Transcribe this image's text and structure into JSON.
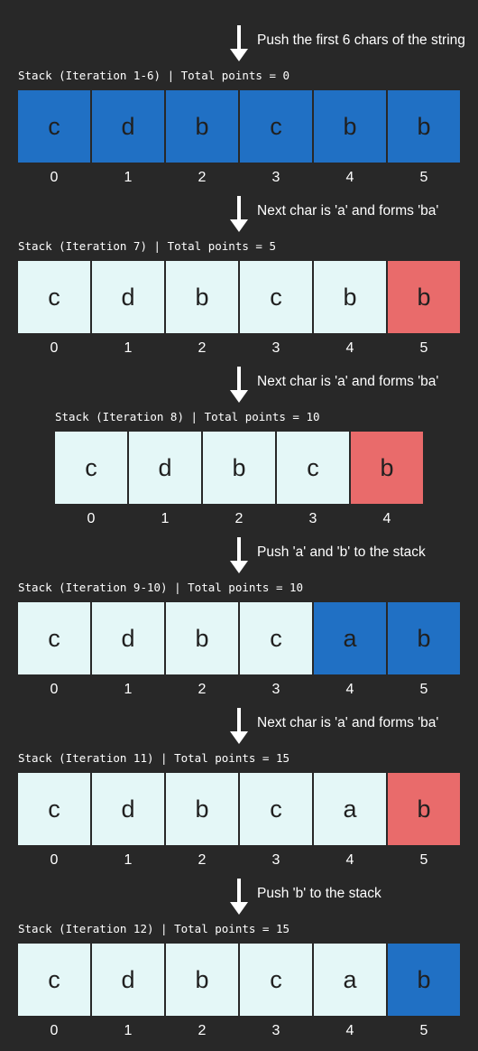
{
  "colors": {
    "background": "#282828",
    "pushed": "#2070c4",
    "popped": "#e96b6b",
    "cell": "#e4f7f7"
  },
  "steps": [
    {
      "note": "Push the first 6 chars of the string",
      "label": "Stack (Iteration 1-6) | Total points = 0",
      "cells": [
        {
          "char": "c",
          "state": "push"
        },
        {
          "char": "d",
          "state": "push"
        },
        {
          "char": "b",
          "state": "push"
        },
        {
          "char": "c",
          "state": "push"
        },
        {
          "char": "b",
          "state": "push"
        },
        {
          "char": "b",
          "state": "push"
        }
      ],
      "indices": [
        "0",
        "1",
        "2",
        "3",
        "4",
        "5"
      ]
    },
    {
      "note": "Next char is 'a' and forms 'ba'",
      "label": "Stack (Iteration 7) | Total points = 5",
      "cells": [
        {
          "char": "c",
          "state": "normal"
        },
        {
          "char": "d",
          "state": "normal"
        },
        {
          "char": "b",
          "state": "normal"
        },
        {
          "char": "c",
          "state": "normal"
        },
        {
          "char": "b",
          "state": "normal"
        },
        {
          "char": "b",
          "state": "pop"
        }
      ],
      "indices": [
        "0",
        "1",
        "2",
        "3",
        "4",
        "5"
      ]
    },
    {
      "note": "Next char is 'a' and forms 'ba'",
      "label": "Stack (Iteration 8) | Total points = 10",
      "cells": [
        {
          "char": "c",
          "state": "normal"
        },
        {
          "char": "d",
          "state": "normal"
        },
        {
          "char": "b",
          "state": "normal"
        },
        {
          "char": "c",
          "state": "normal"
        },
        {
          "char": "b",
          "state": "pop"
        }
      ],
      "indices": [
        "0",
        "1",
        "2",
        "3",
        "4"
      ]
    },
    {
      "note": "Push 'a' and 'b' to the stack",
      "label": "Stack (Iteration 9-10) | Total points = 10",
      "cells": [
        {
          "char": "c",
          "state": "normal"
        },
        {
          "char": "d",
          "state": "normal"
        },
        {
          "char": "b",
          "state": "normal"
        },
        {
          "char": "c",
          "state": "normal"
        },
        {
          "char": "a",
          "state": "push"
        },
        {
          "char": "b",
          "state": "push"
        }
      ],
      "indices": [
        "0",
        "1",
        "2",
        "3",
        "4",
        "5"
      ]
    },
    {
      "note": "Next char is 'a' and forms 'ba'",
      "label": "Stack (Iteration 11) | Total points = 15",
      "cells": [
        {
          "char": "c",
          "state": "normal"
        },
        {
          "char": "d",
          "state": "normal"
        },
        {
          "char": "b",
          "state": "normal"
        },
        {
          "char": "c",
          "state": "normal"
        },
        {
          "char": "a",
          "state": "normal"
        },
        {
          "char": "b",
          "state": "pop"
        }
      ],
      "indices": [
        "0",
        "1",
        "2",
        "3",
        "4",
        "5"
      ]
    },
    {
      "note": "Push 'b' to the stack",
      "label": "Stack (Iteration 12) | Total points = 15",
      "cells": [
        {
          "char": "c",
          "state": "normal"
        },
        {
          "char": "d",
          "state": "normal"
        },
        {
          "char": "b",
          "state": "normal"
        },
        {
          "char": "c",
          "state": "normal"
        },
        {
          "char": "a",
          "state": "normal"
        },
        {
          "char": "b",
          "state": "push"
        }
      ],
      "indices": [
        "0",
        "1",
        "2",
        "3",
        "4",
        "5"
      ]
    }
  ]
}
